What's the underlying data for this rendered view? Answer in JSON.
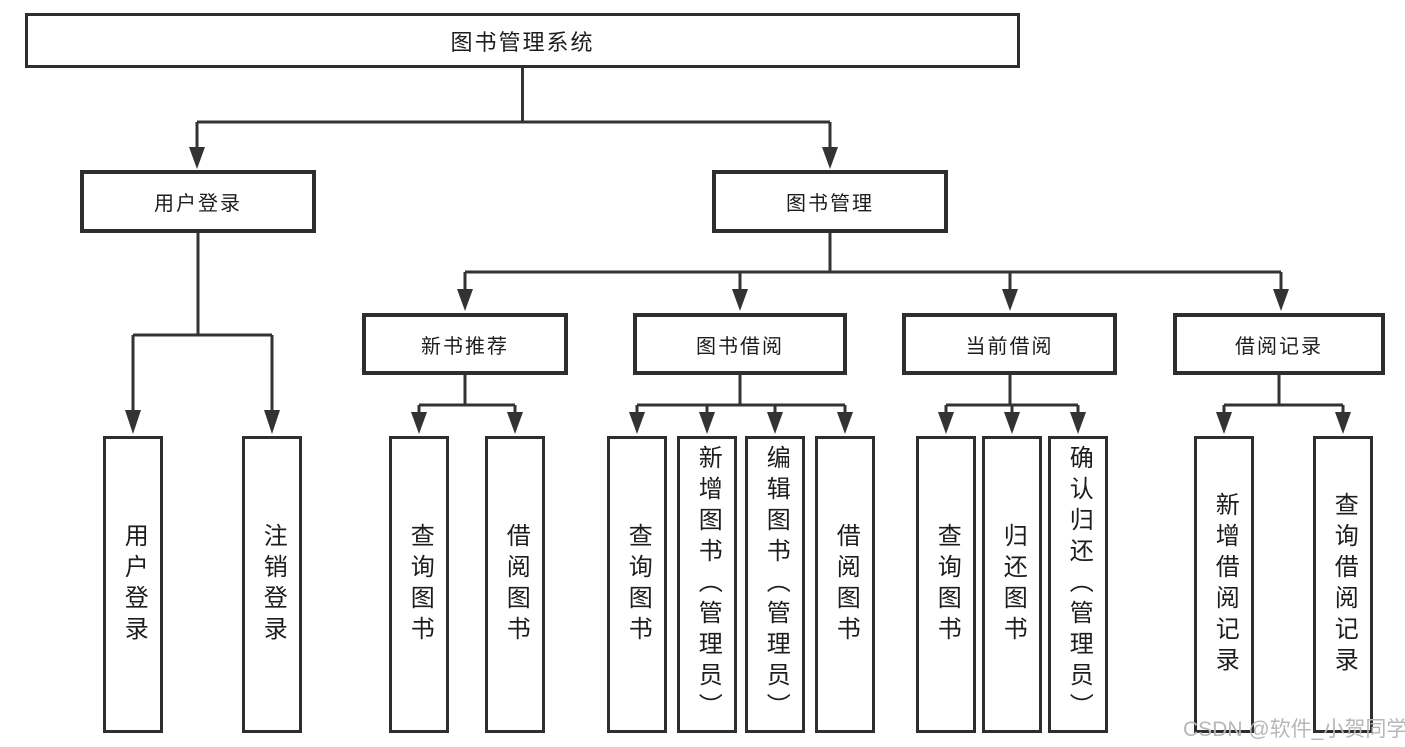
{
  "tree": {
    "root": {
      "label": "图书管理系统"
    },
    "branches": [
      {
        "label": "用户登录",
        "children": [
          {
            "label": "用户登录"
          },
          {
            "label": "注销登录"
          }
        ]
      },
      {
        "label": "图书管理",
        "children": [
          {
            "label": "新书推荐",
            "children": [
              {
                "label": "查询图书"
              },
              {
                "label": "借阅图书"
              }
            ]
          },
          {
            "label": "图书借阅",
            "children": [
              {
                "label": "查询图书"
              },
              {
                "label": "新增图书（管理员）"
              },
              {
                "label": "编辑图书（管理员）"
              },
              {
                "label": "借阅图书"
              }
            ]
          },
          {
            "label": "当前借阅",
            "children": [
              {
                "label": "查询图书"
              },
              {
                "label": "归还图书"
              },
              {
                "label": "确认归还（管理员）"
              }
            ]
          },
          {
            "label": "借阅记录",
            "children": [
              {
                "label": "新增借阅记录"
              },
              {
                "label": "查询借阅记录"
              }
            ]
          }
        ]
      }
    ]
  },
  "watermark": {
    "text": "CSDN @软件_小贺同学"
  },
  "colors": {
    "line": "#333333",
    "box_border": "#2e2e2e",
    "text": "#1d1d1d",
    "watermark": "#b5b8bb",
    "background": "#ffffff"
  }
}
